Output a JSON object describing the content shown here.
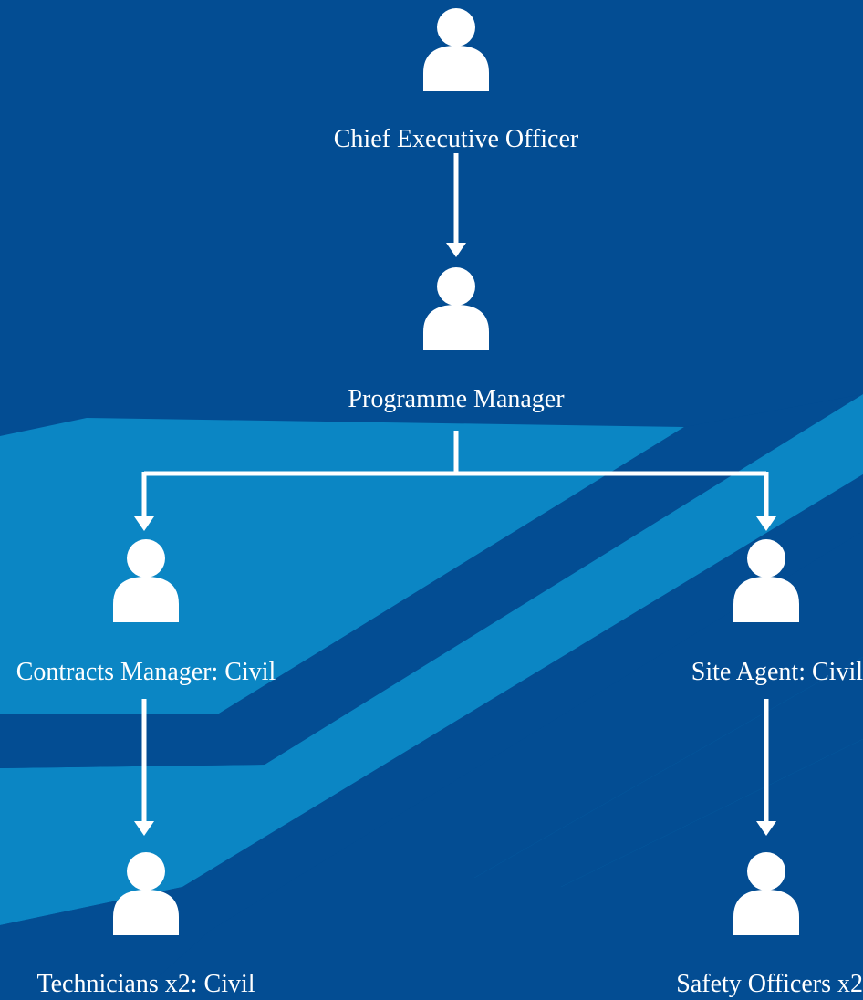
{
  "colors": {
    "background_dark": "#034d93",
    "background_light": "#0b86c4",
    "foreground": "#ffffff"
  },
  "nodes": {
    "ceo": {
      "label": "Chief Executive Officer",
      "icon": "person-icon"
    },
    "programme_manager": {
      "label": "Programme Manager",
      "icon": "person-icon"
    },
    "contracts_manager": {
      "label": "Contracts Manager: Civil",
      "icon": "person-icon"
    },
    "site_agent": {
      "label": "Site Agent: Civil",
      "icon": "person-icon"
    },
    "technicians": {
      "label": "Technicians x2: Civil",
      "icon": "person-icon"
    },
    "safety_officers": {
      "label": "Safety Officers x2",
      "icon": "person-icon"
    }
  },
  "edges": [
    {
      "from": "ceo",
      "to": "programme_manager"
    },
    {
      "from": "programme_manager",
      "to": "contracts_manager"
    },
    {
      "from": "programme_manager",
      "to": "site_agent"
    },
    {
      "from": "contracts_manager",
      "to": "technicians"
    },
    {
      "from": "site_agent",
      "to": "safety_officers"
    }
  ]
}
